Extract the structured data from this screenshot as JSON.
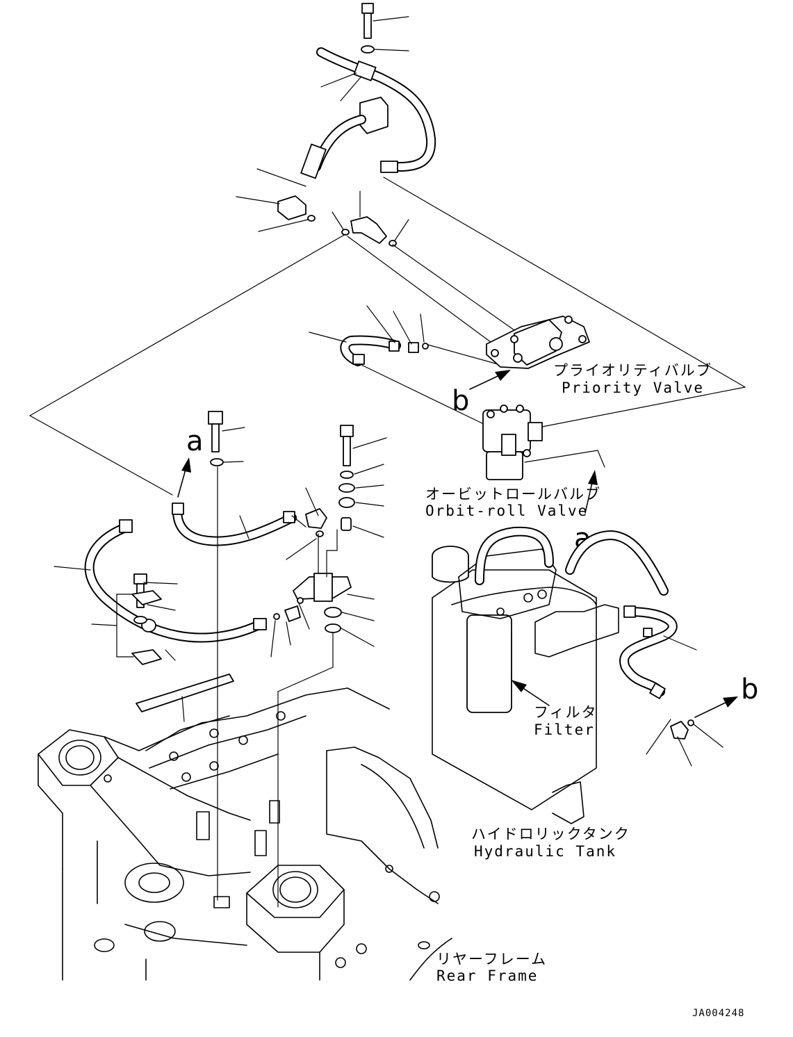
{
  "labels": {
    "priority_valve_ja": "プライオリティバルブ",
    "priority_valve_en": "Priority Valve",
    "orbit_roll_valve_ja": "オービットロールバルブ",
    "orbit_roll_valve_en": "Orbit-roll Valve",
    "filter_ja": "フィルタ",
    "filter_en": "Filter",
    "hydraulic_tank_ja": "ハイドロリックタンク",
    "hydraulic_tank_en": "Hydraulic Tank",
    "rear_frame_ja": "リヤーフレーム",
    "rear_frame_en": "Rear Frame"
  },
  "markers": {
    "a_upper": "a",
    "a_lower": "a",
    "b_upper": "b",
    "b_lower": "b"
  },
  "drawing_code": "JA004248"
}
